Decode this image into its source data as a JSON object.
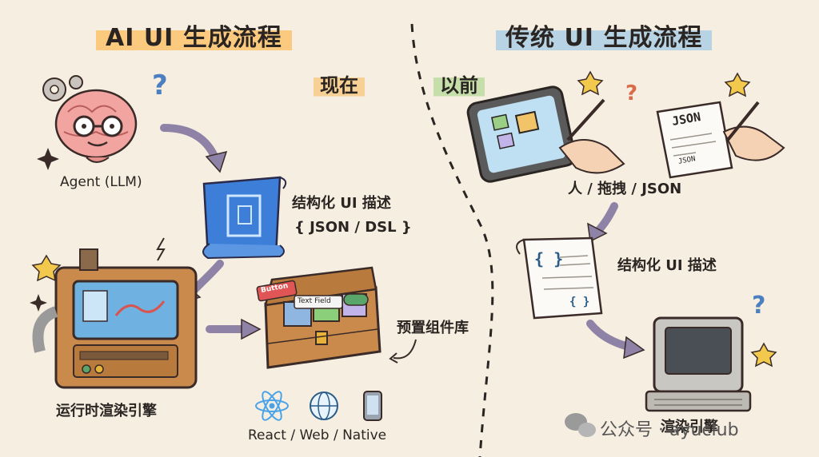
{
  "titles": {
    "left": "AI UI 生成流程",
    "right": "传统 UI 生成流程"
  },
  "tags": {
    "now": "现在",
    "before": "以前"
  },
  "left_flow": {
    "agent": "Agent (LLM)",
    "spec_line1": "结构化 UI 描述",
    "spec_line2": "{ JSON / DSL }",
    "renderer": "运行时渲染引擎",
    "library": "预置组件库",
    "platforms": "React / Web / Native",
    "chest_items": [
      "Button",
      "Text Field"
    ]
  },
  "right_flow": {
    "input": "人 / 拖拽 / JSON",
    "spec": "结构化 UI 描述",
    "renderer": "渲染引擎",
    "json_doc": "JSON",
    "json_doc_small": "JSON",
    "brace_open": "{ }",
    "brace_close": "{ }"
  },
  "watermark": "公众号 · ayuclub",
  "colors": {
    "arrow": "#8e82a6",
    "orange_hl": "#fcc46e",
    "blue_hl": "#b0d0e4",
    "green_hl": "#bedca0"
  }
}
